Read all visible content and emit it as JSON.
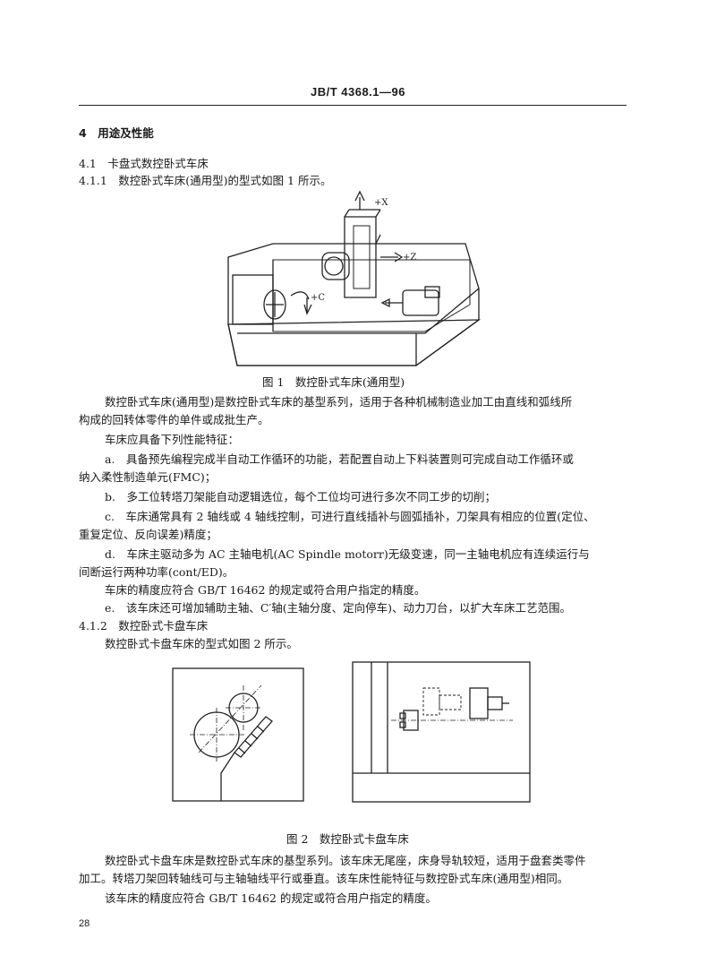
{
  "header": {
    "code": "JB/T 4368.1—96"
  },
  "sections": {
    "s4": "4　用途及性能",
    "s41": "4.1　卡盘式数控卧式车床",
    "s411": "4.1.1　数控卧式车床(通用型)的型式如图 1 所示。",
    "s412": "4.1.2　数控卧式卡盘车床",
    "s412_intro": "数控卧式卡盘车床的型式如图 2 所示。"
  },
  "figure1": {
    "caption": "图 1　数控卧式车床(通用型)",
    "labels": {
      "x": "+X",
      "z": "+Z",
      "c": "+C"
    }
  },
  "body1": {
    "p1_l1": "数控卧式车床(通用型)是数控卧式车床的基型系列，适用于各种机械制造业加工由直线和弧线所",
    "p1_l2": "构成的回转体零件的单件或成批生产。",
    "p2": "车床应具备下列性能特征：",
    "a_l1": "a.　具备预先编程完成半自动工作循环的功能，若配置自动上下料装置则可完成自动工作循环或",
    "a_l2": "纳入柔性制造单元(FMC)；",
    "b": "b.　多工位转塔刀架能自动逻辑选位，每个工位均可进行多次不同工步的切削；",
    "c_l1": "c.　车床通常具有 2 轴线或 4 轴线控制，可进行直线插补与圆弧插补，刀架具有相应的位置(定位、",
    "c_l2": "重复定位、反向误差)精度；",
    "d_l1": "d.　车床主驱动多为 AC 主轴电机(AC Spindle motorr)无级变速，同一主轴电机应有连续运行与",
    "d_l2": "间断运行两种功率(cont/ED)。",
    "p3": "车床的精度应符合 GB/T 16462 的规定或符合用户指定的精度。",
    "e": "e.　该车床还可增加辅助主轴、C′轴(主轴分度、定向停车)、动力刀台，以扩大车床工艺范围。"
  },
  "figure2": {
    "caption": "图 2　数控卧式卡盘车床"
  },
  "body2": {
    "p1_l1": "数控卧式卡盘车床是数控卧式车床的基型系列。该车床无尾座，床身导轨较短，适用于盘套类零件",
    "p1_l2": "加工。转塔刀架回转轴线可与主轴轴线平行或垂直。该车床性能特征与数控卧式车床(通用型)相同。",
    "p2": "该车床的精度应符合 GB/T 16462 的规定或符合用户指定的精度。"
  },
  "footer": {
    "page_number": "28"
  }
}
